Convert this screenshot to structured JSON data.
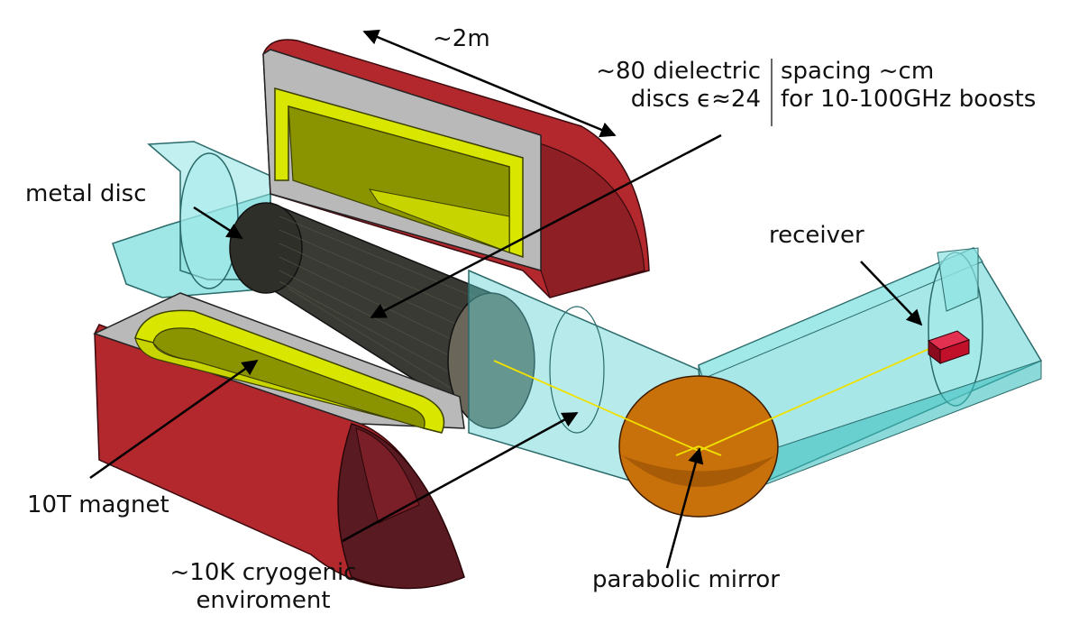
{
  "labels": {
    "length": "~2m",
    "discs_line1": "~80 dielectric",
    "discs_line2": "discs ϵ≈24",
    "spacing_line1": "spacing ~cm",
    "spacing_line2": "for 10-100GHz boosts",
    "metal_disc": "metal disc",
    "receiver": "receiver",
    "magnet": "10T magnet",
    "cryo_line1": "~10K cryogenic",
    "cryo_line2": "enviroment",
    "mirror": "parabolic mirror"
  },
  "colors": {
    "magnet_red": "#b3282d",
    "magnet_dark": "#5a1a22",
    "coil_yellow": "#d9e600",
    "coil_olive": "#8a9400",
    "steel": "#b9b9b9",
    "tube_cyan": "#5fd3d3",
    "discs_dark": "#3a3a34",
    "mirror_orange": "#c8700a",
    "receiver_red": "#c0102a",
    "beam_yellow": "#f0e000"
  }
}
